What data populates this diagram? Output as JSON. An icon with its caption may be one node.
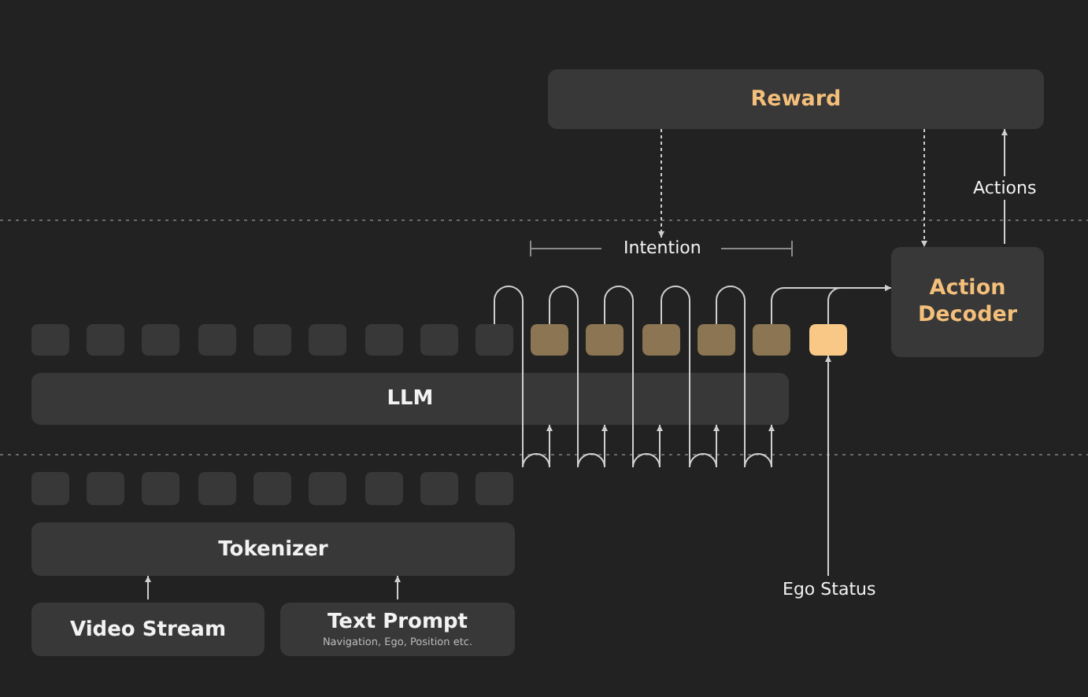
{
  "diagram": {
    "nodes": [
      {
        "text": [
          "Reward"
        ]
      },
      {
        "text": [
          "Action Decoder"
        ]
      },
      {
        "text": [
          "LLM"
        ]
      },
      {
        "text": [
          "Tokenizer"
        ]
      },
      {
        "text": [
          "Video Stream"
        ]
      },
      {
        "text": [
          "Text Prompt",
          "Navigation, Ego, Position etc."
        ]
      },
      {
        "text": [
          "Ego Status"
        ]
      },
      {
        "text": [],
        "shape": "box"
      },
      {
        "text": [],
        "shape": "box"
      },
      {
        "text": [],
        "shape": "box"
      },
      {
        "text": [],
        "shape": "box"
      },
      {
        "text": [],
        "shape": "box"
      },
      {
        "text": [],
        "shape": "box"
      },
      {
        "text": [],
        "shape": "box"
      },
      {
        "text": [],
        "shape": "box"
      },
      {
        "text": [],
        "shape": "box"
      },
      {
        "text": [],
        "shape": "box"
      },
      {
        "text": [],
        "shape": "box"
      },
      {
        "text": [],
        "shape": "box"
      },
      {
        "text": [],
        "shape": "box"
      },
      {
        "text": [],
        "shape": "box"
      },
      {
        "text": [],
        "shape": "box"
      },
      {
        "text": [],
        "shape": "box"
      },
      {
        "text": [],
        "shape": "box"
      },
      {
        "text": [],
        "shape": "box"
      },
      {
        "text": [],
        "shape": "box"
      },
      {
        "text": [],
        "shape": "box"
      },
      {
        "text": [],
        "shape": "box"
      },
      {
        "text": [],
        "shape": "box"
      },
      {
        "text": [],
        "shape": "box"
      },
      {
        "text": [],
        "shape": "box"
      },
      {
        "text": [
          "Intention"
        ]
      }
    ],
    "edges": [
      {
        "from": 4,
        "to": 3,
        "arrow": "to"
      },
      {
        "from": 5,
        "to": 3,
        "arrow": "to"
      },
      {
        "from": 15,
        "to": 2,
        "arrow": "to"
      },
      {
        "from": 16,
        "to": 2,
        "arrow": "to"
      },
      {
        "from": 17,
        "to": 2,
        "arrow": "to"
      },
      {
        "from": 18,
        "to": 2,
        "arrow": "to"
      },
      {
        "from": 19,
        "to": 2,
        "arrow": "to"
      },
      {
        "from": 20,
        "to": 1,
        "arrow": "to"
      },
      {
        "from": 21,
        "to": 1,
        "arrow": "to"
      },
      {
        "from": 6,
        "to": 21,
        "arrow": "to"
      },
      {
        "from": 1,
        "to": 0,
        "arrow": "to",
        "label": "Actions"
      },
      {
        "from": 0,
        "to": 1,
        "arrow": "to",
        "style": "dashed"
      },
      {
        "from": 0,
        "to": 31,
        "arrow": "to",
        "style": "dashed"
      }
    ]
  }
}
